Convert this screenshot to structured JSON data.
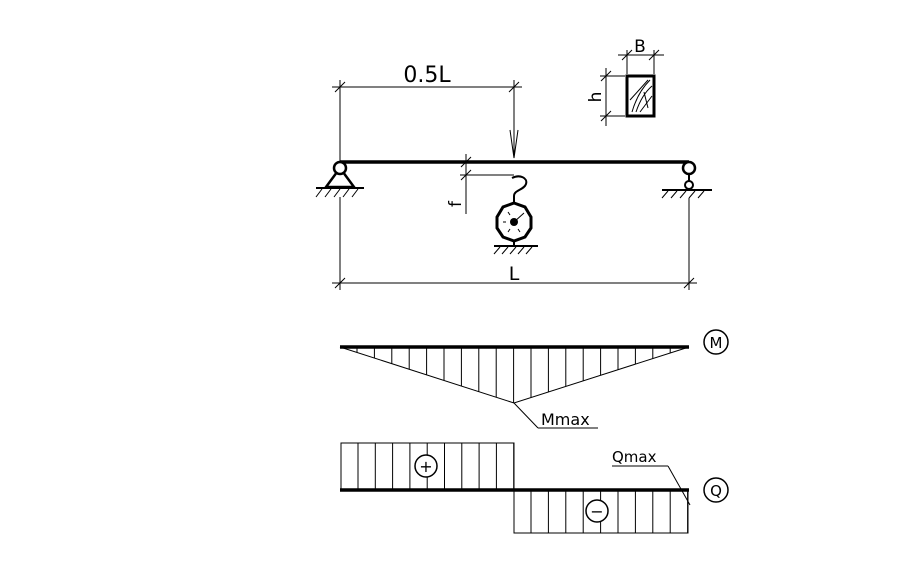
{
  "labels": {
    "half_span": "0.5L",
    "span": "L",
    "width": "B",
    "height": "h",
    "deflection": "f",
    "moment_diagram": "M",
    "shear_diagram": "Q",
    "moment_max": "Mmax",
    "shear_max": "Qmax",
    "positive": "+",
    "negative": "−"
  },
  "colors": {
    "ink": "#000000",
    "background": "#ffffff"
  },
  "icons": {
    "left_support": "pin-support-icon",
    "right_support": "roller-support-icon",
    "dial_gauge": "dial-gauge-icon",
    "load_arrow": "arrow-down-icon"
  }
}
